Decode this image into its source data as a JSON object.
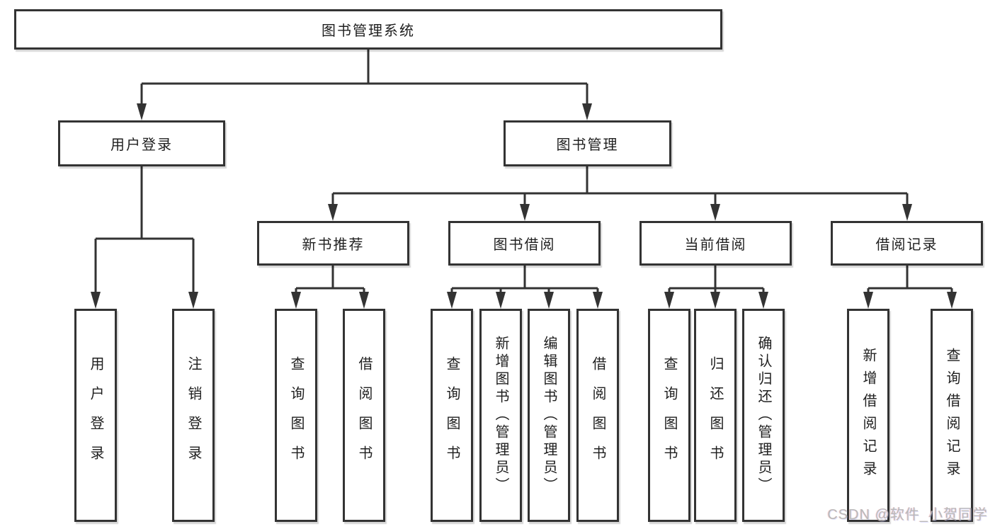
{
  "diagram_type": "hierarchy-flowchart",
  "colors": {
    "line": "#333333",
    "box_border": "#333333",
    "text": "#1f1f1f",
    "watermark": "#b9b9b9",
    "background": "#ffffff"
  },
  "watermark": "CSDN @软件_小贺同学",
  "tree": {
    "root": "图书管理系统",
    "children": [
      {
        "label": "用户登录",
        "children": [
          "用户登录",
          "注销登录"
        ]
      },
      {
        "label": "图书管理",
        "children": [
          {
            "label": "新书推荐",
            "children": [
              "查询图书",
              "借阅图书"
            ]
          },
          {
            "label": "图书借阅",
            "children": [
              "查询图书",
              "新增图书（管理员）",
              "编辑图书（管理员）",
              "借阅图书"
            ]
          },
          {
            "label": "当前借阅",
            "children": [
              "查询图书",
              "归还图书",
              "确认归还（管理员）"
            ]
          },
          {
            "label": "借阅记录",
            "children": [
              "新增借阅记录",
              "查询借阅记录"
            ]
          }
        ]
      }
    ]
  }
}
